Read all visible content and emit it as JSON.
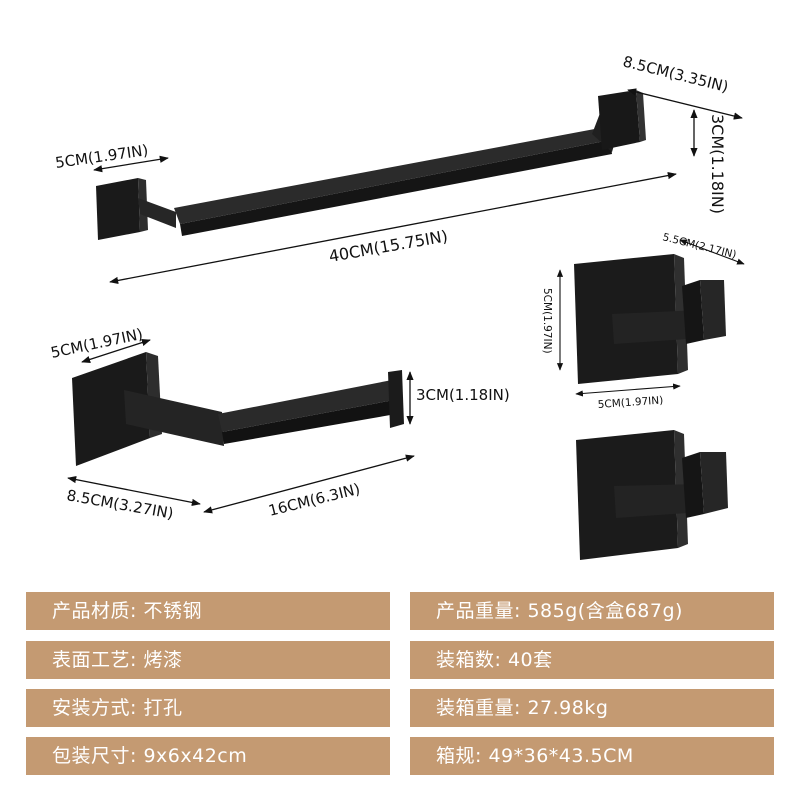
{
  "dimensions": {
    "towel_bar_depth": "8.5CM(3.35IN)",
    "towel_bar_height": "3CM(1.18IN)",
    "towel_bar_base": "5CM(1.97IN)",
    "towel_bar_length": "40CM(15.75IN)",
    "paper_holder_base": "5CM(1.97IN)",
    "paper_holder_height": "3CM(1.18IN)",
    "paper_holder_depth": "8.5CM(3.27IN)",
    "paper_holder_length": "16CM(6.3IN)",
    "hook_depth": "5.5CM(2.17IN)",
    "hook_height": "5CM(1.97IN)",
    "hook_width": "5CM(1.97IN)"
  },
  "specs": {
    "left": [
      {
        "label": "产品材质:",
        "value": "不锈钢"
      },
      {
        "label": "表面工艺:",
        "value": "烤漆"
      },
      {
        "label": "安装方式:",
        "value": "打孔"
      },
      {
        "label": "包装尺寸:",
        "value": "9x6x42cm"
      }
    ],
    "right": [
      {
        "label": "产品重量:",
        "value": "585g(含盒687g)"
      },
      {
        "label": "装箱数:",
        "value": "40套"
      },
      {
        "label": "装箱重量:",
        "value": "27.98kg"
      },
      {
        "label": "箱规:",
        "value": "49*36*43.5CM"
      }
    ]
  },
  "colors": {
    "spec_bar": "#c49a72",
    "product_finish": "#1c1c1c"
  }
}
